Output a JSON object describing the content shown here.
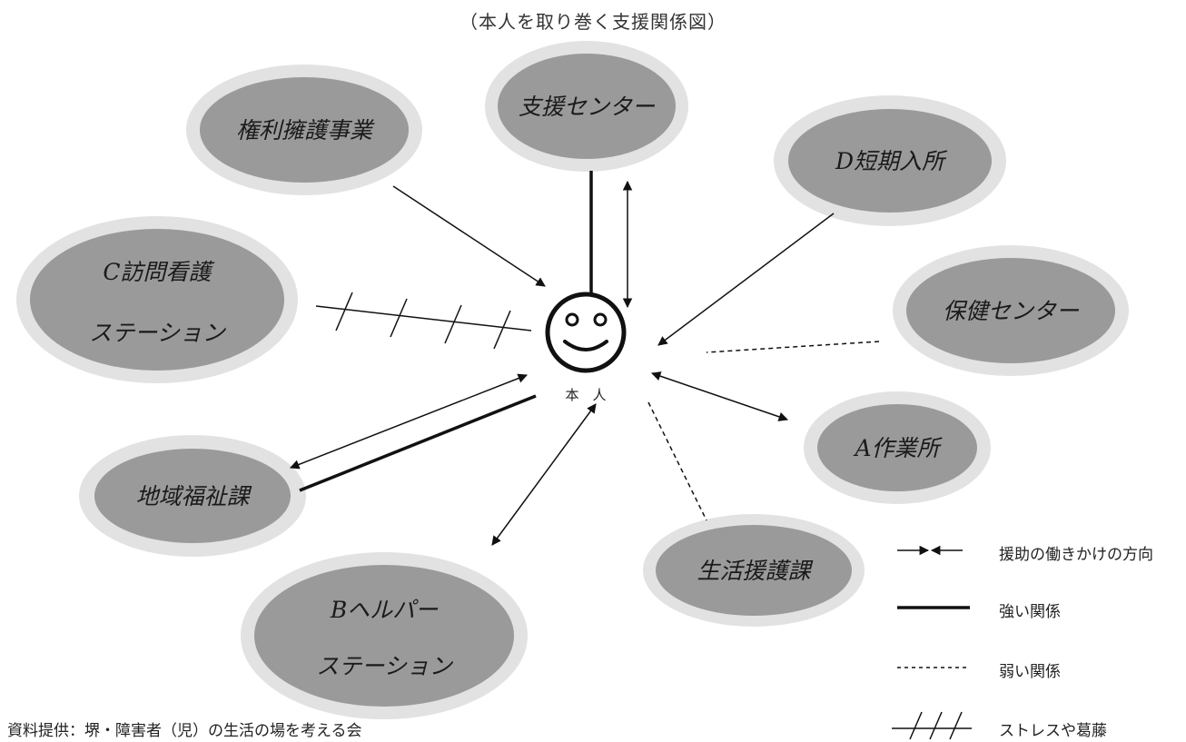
{
  "title": "（本人を取り巻く支援関係図）",
  "center": {
    "label": "本　人"
  },
  "nodes": {
    "kenri": "権利擁護事業",
    "shien": "支援センター",
    "d_tanki": "D短期入所",
    "c_houmon_line1": "C訪問看護",
    "c_houmon_line2": "ステーション",
    "hoken": "保健センター",
    "a_sagyou": "A作業所",
    "chiiki": "地域福祉課",
    "seikatsu": "生活援護課",
    "b_helper_line1": "Bヘルパー",
    "b_helper_line2": "ステーション"
  },
  "legend": {
    "direction": "援助の働きかけの方向",
    "strong": "強い関係",
    "weak": "弱い関係",
    "stress": "ストレスや葛藤"
  },
  "caption": "資料提供：堺・障害者（児）の生活の場を考える会",
  "colors": {
    "node_fill": "#9a9a9a",
    "node_ring": "#e2e2e2",
    "line": "#111111"
  }
}
